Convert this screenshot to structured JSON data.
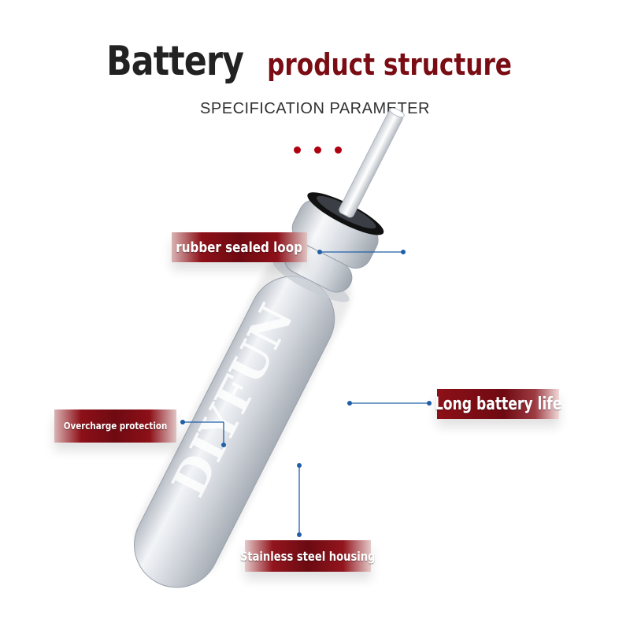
{
  "header": {
    "title_main": "Battery",
    "title_sub": "product structure",
    "subtitle": "SPECIFICATION PARAMETER"
  },
  "product": {
    "brand_mark": "DIYFUN"
  },
  "callouts": {
    "rubber_sealed_loop": "rubber sealed loop",
    "overcharge_protection": "Overcharge protection",
    "long_battery_life": "Long battery life",
    "stainless_steel_housing": "Stainless steel housing"
  },
  "colors": {
    "title_dark": "#222222",
    "title_red": "#7a0d14",
    "dot_red": "#b00010",
    "connector_blue": "#1f5fa8"
  }
}
